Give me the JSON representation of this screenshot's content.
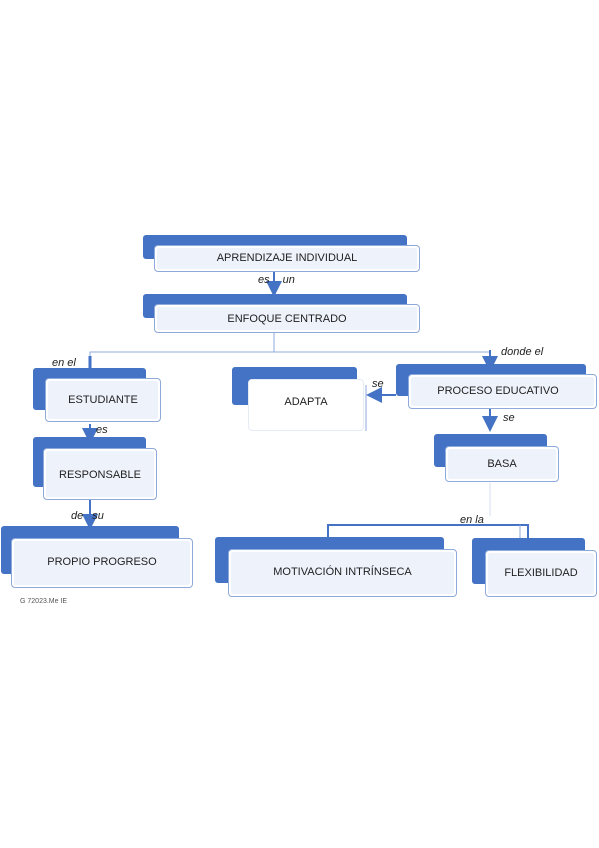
{
  "nodes": {
    "aprendizaje": "APRENDIZAJE INDIVIDUAL",
    "enfoque": "ENFOQUE CENTRADO",
    "estudiante": "ESTUDIANTE",
    "adapta": "ADAPTA",
    "proceso": "PROCESO EDUCATIVO",
    "responsable": "RESPONSABLE",
    "basa": "BASA",
    "progreso": "PROPIO PROGRESO",
    "motivacion": "MOTIVACIÓN INTRÍNSECA",
    "flexibilidad": "FLEXIBILIDAD"
  },
  "links": {
    "es_un": "es un",
    "en_el": "en el",
    "donde_el": "donde el",
    "se_adapta": "se",
    "se_basa": "se",
    "es": "es",
    "de_su": "de su",
    "en_la": "en la"
  },
  "footer": "G 72023.Me IE",
  "colors": {
    "accent": "#4472c4",
    "card_border": "#8ea9db",
    "card_fill": "#eef2fb"
  }
}
